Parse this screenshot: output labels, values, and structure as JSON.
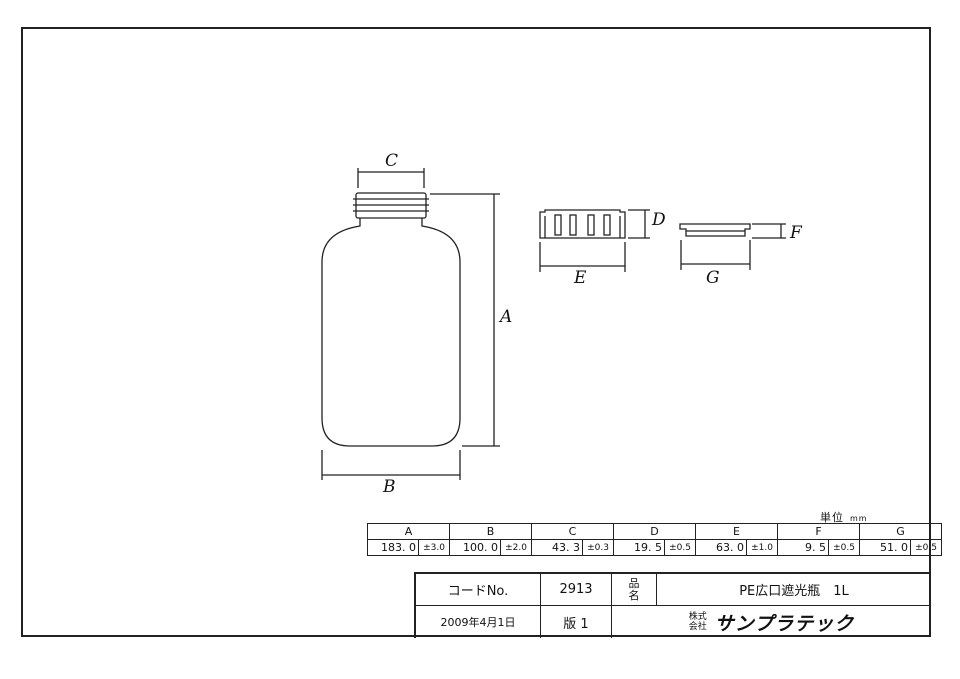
{
  "labels": {
    "A": "A",
    "B": "B",
    "C": "C",
    "D": "D",
    "E": "E",
    "F": "F",
    "G": "G"
  },
  "unit": {
    "label": "単位",
    "value": "mm"
  },
  "table": {
    "headers": [
      "A",
      "B",
      "C",
      "D",
      "E",
      "F",
      "G"
    ],
    "values": [
      {
        "value": "183. 0",
        "tol": "±3.0"
      },
      {
        "value": "100. 0",
        "tol": "±2.0"
      },
      {
        "value": "43. 3",
        "tol": "±0.3"
      },
      {
        "value": "19. 5",
        "tol": "±0.5"
      },
      {
        "value": "63. 0",
        "tol": "±1.0"
      },
      {
        "value": "9. 5",
        "tol": "±0.5"
      },
      {
        "value": "51. 0",
        "tol": "±0.5"
      }
    ]
  },
  "titleblock": {
    "code_label": "コードNo.",
    "code_value": "2913",
    "name_label_1": "品",
    "name_label_2": "名",
    "product_name": "PE広口遮光瓶　1L",
    "date": "2009年4月1日",
    "edition": "版 1",
    "company_prefix_1": "株式",
    "company_prefix_2": "会社",
    "company_name": "サンプラテック"
  }
}
